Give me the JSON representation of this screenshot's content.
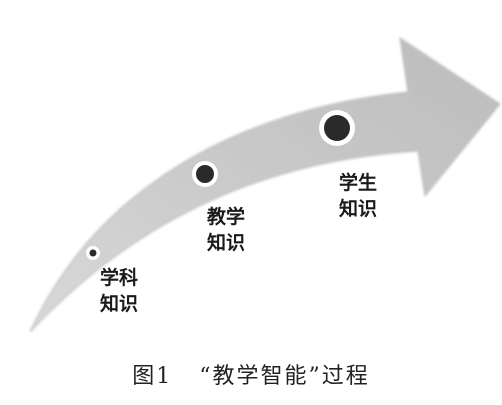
{
  "diagram": {
    "stages": [
      {
        "line1": "学科",
        "line2": "知识"
      },
      {
        "line1": "教学",
        "line2": "知识"
      },
      {
        "line1": "学生",
        "line2": "知识"
      }
    ]
  },
  "caption": {
    "number": "图1",
    "title": "“教学智能”过程"
  },
  "colors": {
    "arrow_fill": "#c8c8c8",
    "arrow_edge": "#b3b3b3",
    "dot_fill": "#2a2a2a",
    "dot_ring": "#ffffff"
  }
}
